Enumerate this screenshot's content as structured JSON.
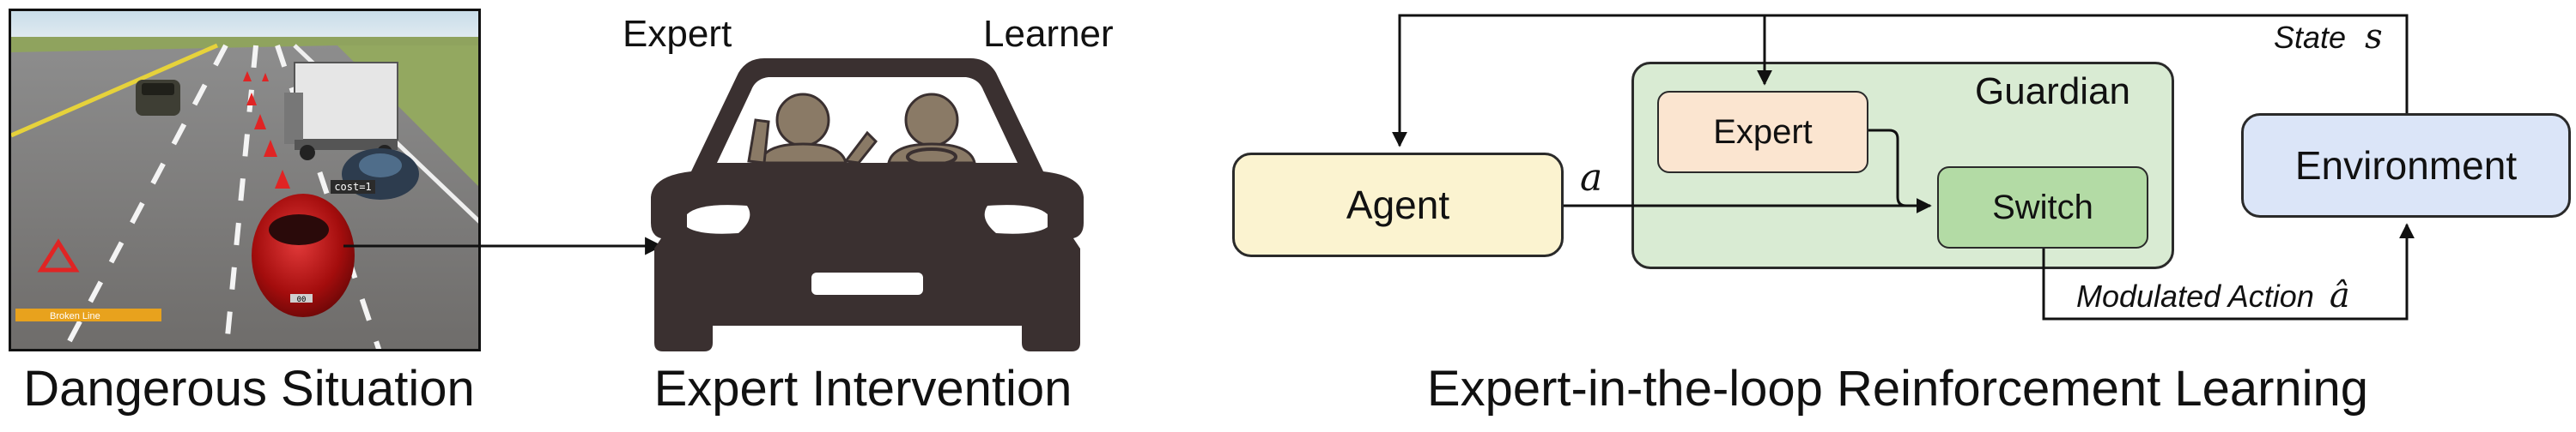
{
  "panels": {
    "left": {
      "caption": "Dangerous Situation",
      "hud_label": "Broken Line",
      "cost_label": "cost=1",
      "plate_label": "00"
    },
    "middle": {
      "caption": "Expert Intervention",
      "expert_label": "Expert",
      "learner_label": "Learner"
    },
    "right": {
      "caption": "Expert-in-the-loop Reinforcement Learning",
      "guardian_label": "Guardian",
      "expert_box": "Expert",
      "switch_box": "Switch",
      "agent_box": "Agent",
      "environment_box": "Environment",
      "state_label": "State",
      "state_symbol": "s",
      "action_symbol": "a",
      "modulated_label": "Modulated Action",
      "modulated_symbol": "â"
    }
  },
  "colors": {
    "agent_fill": "#fbf3d0",
    "guardian_fill": "#d9ebd3",
    "expert_fill": "#fbe5d0",
    "switch_fill": "#b3dba5",
    "environment_fill": "#dbe5f8",
    "car_body": "#3a3030",
    "person": "#8a7a66"
  }
}
